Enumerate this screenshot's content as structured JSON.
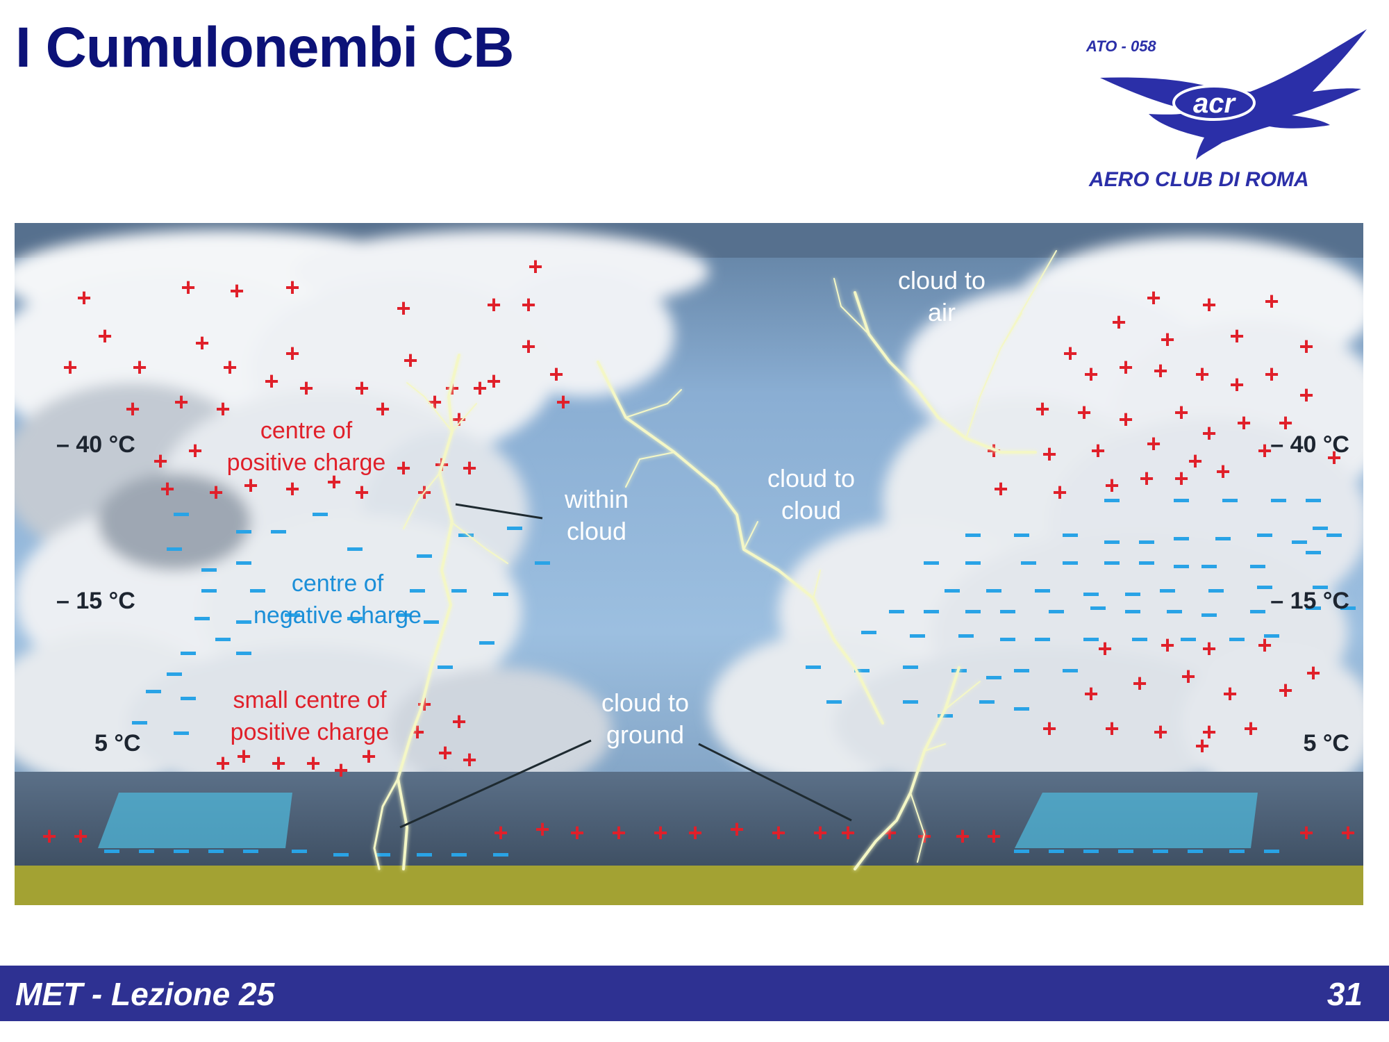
{
  "slide": {
    "title": "I Cumulonembi CB",
    "footer_left": "MET - Lezione 25",
    "page_number": "31"
  },
  "logo": {
    "code": "ATO - 058",
    "monogram": "acr",
    "name": "AERO CLUB DI ROMA",
    "color": "#2b2fa8",
    "icon": "eagle-icon"
  },
  "diagram": {
    "colors": {
      "positive": "#e0202a",
      "negative": "#29a3e6",
      "sky": "#8fb4d8",
      "ground": "#a3a233",
      "lightning": "#f4f7c6"
    },
    "temperatures_left": [
      "– 40 °C",
      "– 15 °C",
      "5 °C"
    ],
    "temperatures_right": [
      "– 40 °C",
      "– 15 °C",
      "5 °C"
    ],
    "charge_labels": [
      [
        "centre of",
        "positive charge"
      ],
      [
        "centre of",
        "negative charge"
      ],
      [
        "small centre of",
        "positive charge"
      ]
    ],
    "lightning_labels": {
      "within_cloud": [
        "within",
        "cloud"
      ],
      "cloud_to_cloud": [
        "cloud to",
        "cloud"
      ],
      "cloud_to_air": [
        "cloud to",
        "air"
      ],
      "cloud_to_ground": [
        "cloud to",
        "ground"
      ]
    }
  }
}
